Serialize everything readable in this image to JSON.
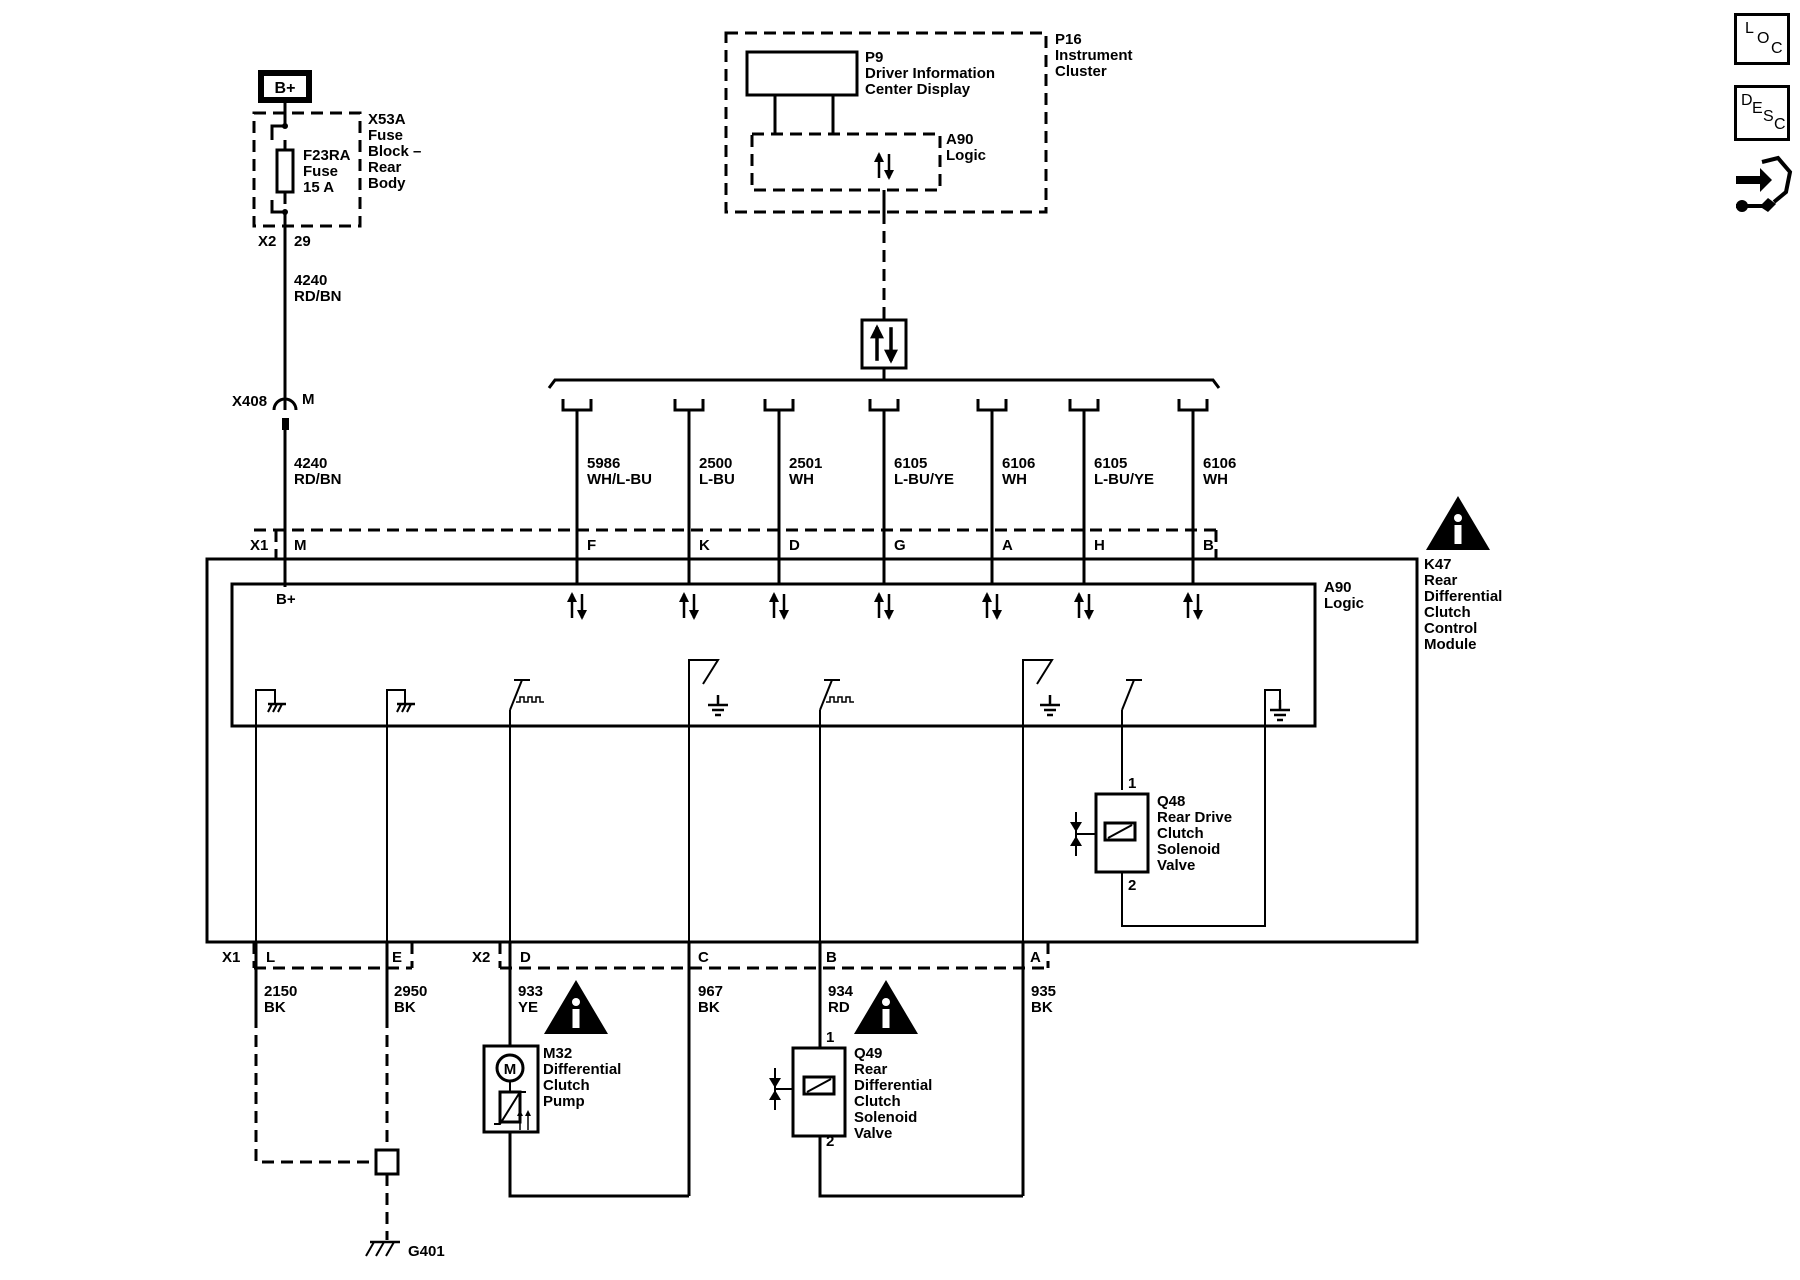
{
  "power": {
    "label": "B+"
  },
  "fuse_block": {
    "ref": "X53A",
    "name": [
      "Fuse",
      "Block –",
      "Rear",
      "Body"
    ],
    "fuse_ref": "F23RA",
    "fuse_name": "Fuse",
    "fuse_rating": "15 A",
    "conn": "X2",
    "pin": "29"
  },
  "feed_wire": {
    "circuit": "4240",
    "color": "RD/BN"
  },
  "inline_conn": {
    "ref": "X408",
    "pin": "M"
  },
  "cluster": {
    "ref": "P16",
    "name": [
      "Instrument",
      "Cluster"
    ],
    "display_ref": "P9",
    "display_name": [
      "Driver Information",
      "Center Display"
    ],
    "logic_ref": "A90",
    "logic_name": "Logic"
  },
  "module": {
    "ref": "K47",
    "name": [
      "Rear",
      "Differential",
      "Clutch",
      "Control",
      "Module"
    ],
    "logic_ref": "A90",
    "logic_name": "Logic",
    "bplus": "B+"
  },
  "top_conn": "X1",
  "data_lines": [
    {
      "circuit": "5986",
      "color": "WH/L-BU",
      "pin": "F"
    },
    {
      "circuit": "2500",
      "color": "L-BU",
      "pin": "K"
    },
    {
      "circuit": "2501",
      "color": "WH",
      "pin": "D"
    },
    {
      "circuit": "6105",
      "color": "L-BU/YE",
      "pin": "G"
    },
    {
      "circuit": "6106",
      "color": "WH",
      "pin": "A"
    },
    {
      "circuit": "6105",
      "color": "L-BU/YE",
      "pin": "H"
    },
    {
      "circuit": "6106",
      "color": "WH",
      "pin": "B"
    }
  ],
  "bottom_x1": {
    "conn": "X1",
    "pins": [
      "L",
      "E"
    ]
  },
  "bottom_x2": {
    "conn": "X2",
    "pins": [
      "D",
      "C",
      "B",
      "A"
    ]
  },
  "bottom_wires": [
    {
      "circuit": "2150",
      "color": "BK"
    },
    {
      "circuit": "2950",
      "color": "BK"
    },
    {
      "circuit": "933",
      "color": "YE"
    },
    {
      "circuit": "967",
      "color": "BK"
    },
    {
      "circuit": "934",
      "color": "RD"
    },
    {
      "circuit": "935",
      "color": "BK"
    }
  ],
  "pump": {
    "ref": "M32",
    "name": [
      "Differential",
      "Clutch",
      "Pump"
    ],
    "motor": "M"
  },
  "q48": {
    "ref": "Q48",
    "name": [
      "Rear Drive",
      "Clutch",
      "Solenoid",
      "Valve"
    ],
    "pin1": "1",
    "pin2": "2"
  },
  "q49": {
    "ref": "Q49",
    "name": [
      "Rear",
      "Differential",
      "Clutch",
      "Solenoid",
      "Valve"
    ],
    "pin1": "1",
    "pin2": "2"
  },
  "ground": {
    "ref": "G401"
  },
  "nav": {
    "loc": [
      "L",
      "O",
      "C"
    ],
    "desc": [
      "D",
      "E",
      "S",
      "C"
    ]
  }
}
